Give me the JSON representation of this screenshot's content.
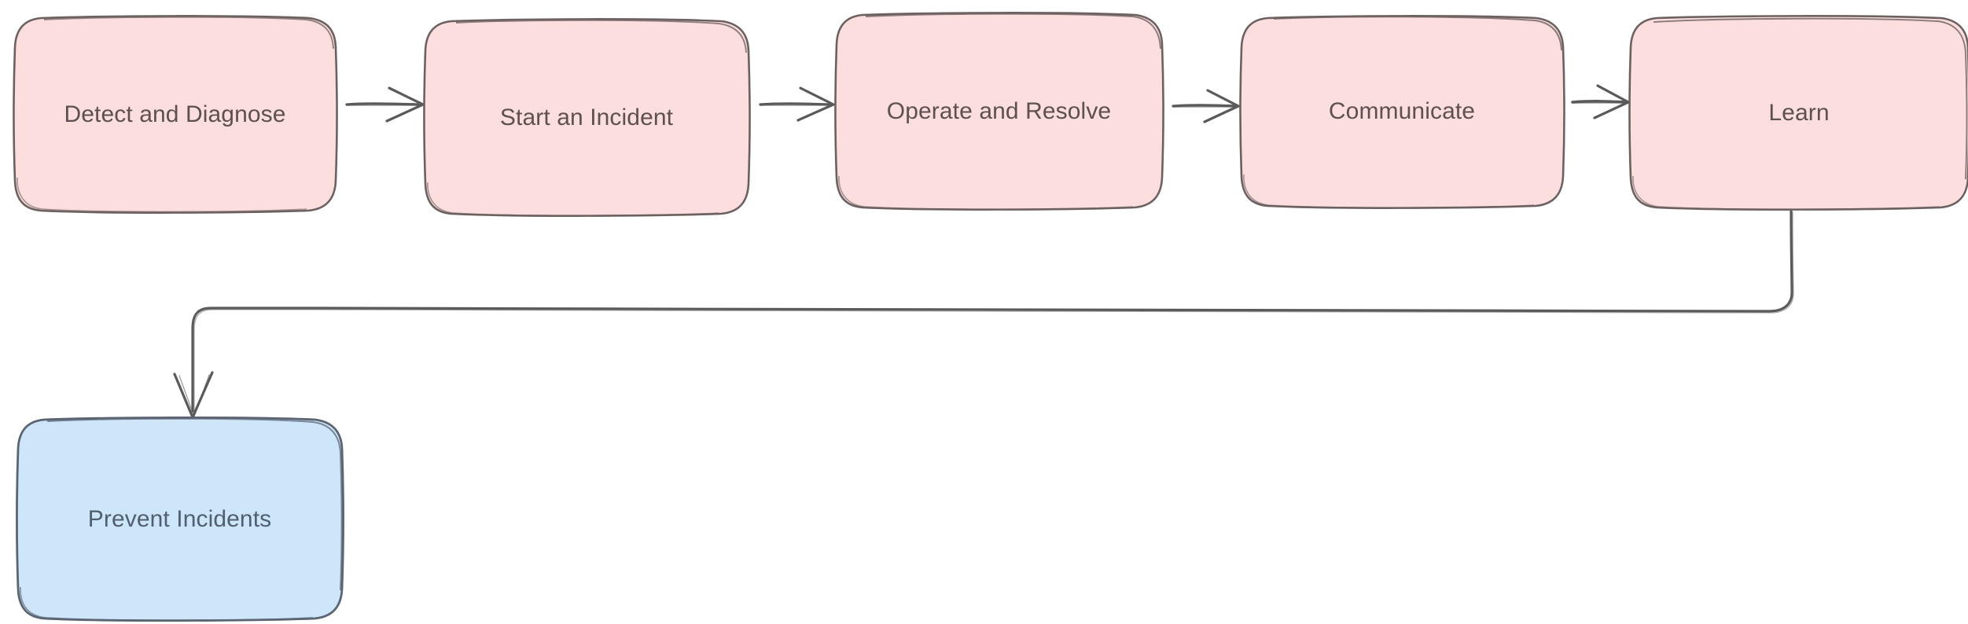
{
  "diagram": {
    "type": "flowchart",
    "orientation": "left-to-right",
    "background_color": "#ffffff",
    "style": "hand-drawn-sketch",
    "colors": {
      "process_fill": "#FCDEDE",
      "process_stroke": "#6d6060",
      "process_text": "#5f5050",
      "prevent_fill": "#CDE6FA",
      "prevent_stroke": "#5a6472",
      "prevent_text": "#51606e",
      "edge_stroke": "#5a5a5a"
    },
    "nodes": [
      {
        "id": "detect",
        "label": "Detect and Diagnose",
        "shape": "rounded-rect",
        "category": "process"
      },
      {
        "id": "start",
        "label": "Start an Incident",
        "shape": "rounded-rect",
        "category": "process"
      },
      {
        "id": "operate",
        "label": "Operate and Resolve",
        "shape": "rounded-rect",
        "category": "process"
      },
      {
        "id": "communicate",
        "label": "Communicate",
        "shape": "rounded-rect",
        "category": "process"
      },
      {
        "id": "learn",
        "label": "Learn",
        "shape": "rounded-rect",
        "category": "process"
      },
      {
        "id": "prevent",
        "label": "Prevent Incidents",
        "shape": "rounded-rect",
        "category": "prevent"
      }
    ],
    "edges": [
      {
        "id": "e1",
        "from": "detect",
        "to": "start",
        "label": "",
        "arrow": "open-arrow",
        "direction": "right"
      },
      {
        "id": "e2",
        "from": "start",
        "to": "operate",
        "label": "",
        "arrow": "open-arrow",
        "direction": "right"
      },
      {
        "id": "e3",
        "from": "operate",
        "to": "communicate",
        "label": "",
        "arrow": "open-arrow",
        "direction": "right"
      },
      {
        "id": "e4",
        "from": "communicate",
        "to": "learn",
        "label": "",
        "arrow": "open-arrow",
        "direction": "right"
      },
      {
        "id": "e5",
        "from": "learn",
        "to": "prevent",
        "label": "",
        "arrow": "open-arrow",
        "direction": "down-left-feedback"
      }
    ]
  }
}
